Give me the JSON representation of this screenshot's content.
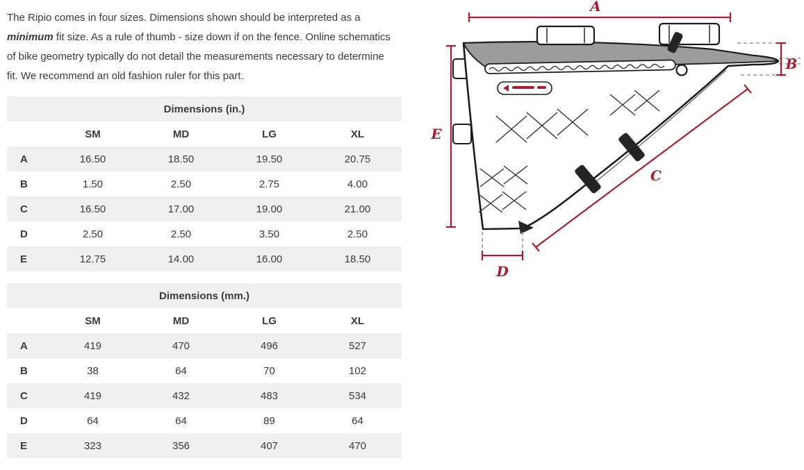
{
  "intro": {
    "text_before_italic": "The Ripio comes in four sizes. Dimensions shown should be interpreted as a ",
    "italic_word": "minimum",
    "text_after_italic": " fit size. As a rule of thumb - size down if on the fence. Online schematics of bike geometry typically do not detail the measurements necessary to determine fit. We recommend an old fashion ruler for this part."
  },
  "tables": {
    "inches": {
      "title": "Dimensions (in.)",
      "columns": [
        "SM",
        "MD",
        "LG",
        "XL"
      ],
      "rows": [
        {
          "label": "A",
          "values": [
            "16.50",
            "18.50",
            "19.50",
            "20.75"
          ]
        },
        {
          "label": "B",
          "values": [
            "1.50",
            "2.50",
            "2.75",
            "4.00"
          ]
        },
        {
          "label": "C",
          "values": [
            "16.50",
            "17.00",
            "19.00",
            "21.00"
          ]
        },
        {
          "label": "D",
          "values": [
            "2.50",
            "2.50",
            "3.50",
            "2.50"
          ]
        },
        {
          "label": "E",
          "values": [
            "12.75",
            "14.00",
            "16.00",
            "18.50"
          ]
        }
      ]
    },
    "mm": {
      "title": "Dimensions (mm.)",
      "columns": [
        "SM",
        "MD",
        "LG",
        "XL"
      ],
      "rows": [
        {
          "label": "A",
          "values": [
            "419",
            "470",
            "496",
            "527"
          ]
        },
        {
          "label": "B",
          "values": [
            "38",
            "64",
            "70",
            "102"
          ]
        },
        {
          "label": "C",
          "values": [
            "419",
            "432",
            "483",
            "534"
          ]
        },
        {
          "label": "D",
          "values": [
            "64",
            "64",
            "89",
            "64"
          ]
        },
        {
          "label": "E",
          "values": [
            "323",
            "356",
            "407",
            "470"
          ]
        }
      ]
    }
  },
  "diagram": {
    "labels": {
      "a": "A",
      "b": "B",
      "c": "C",
      "d": "D",
      "e": "E"
    },
    "accent_color": "#a81e2c"
  }
}
